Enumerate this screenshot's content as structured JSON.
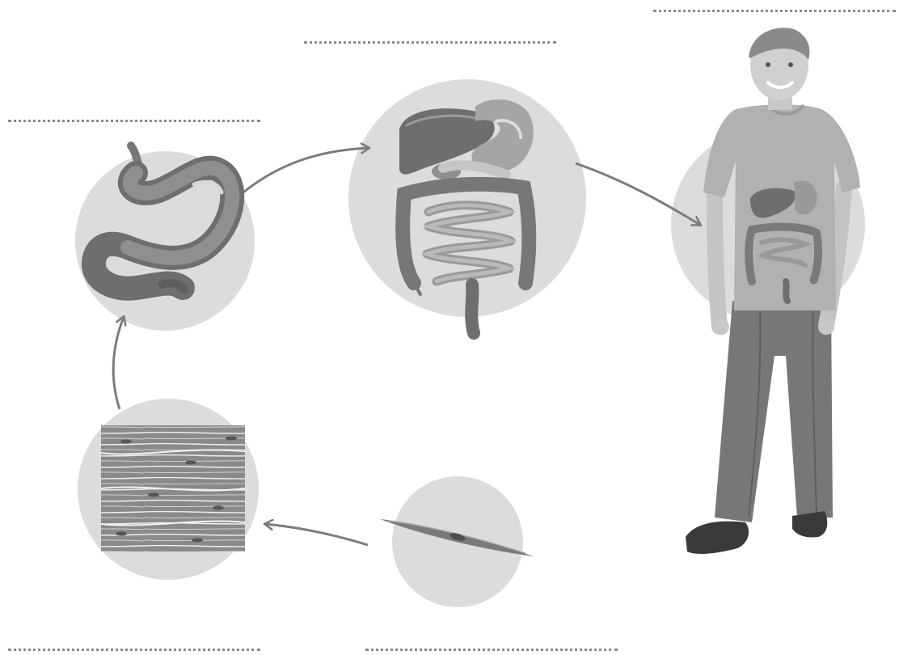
{
  "diagram": {
    "title": "",
    "levels": [
      {
        "id": "cell",
        "answer": "",
        "icon": "muscle-cell-icon"
      },
      {
        "id": "tissue",
        "answer": "",
        "icon": "muscle-tissue-icon"
      },
      {
        "id": "organ",
        "answer": "",
        "icon": "stomach-icon"
      },
      {
        "id": "organ-system",
        "answer": "",
        "icon": "digestive-system-icon"
      },
      {
        "id": "organism",
        "answer": "",
        "icon": "boy-organism-icon"
      }
    ],
    "flow": [
      "cell",
      "tissue",
      "organ",
      "organ-system",
      "organism"
    ]
  },
  "colors": {
    "circle": "#dcdcdc",
    "arrow": "#7c7c7c",
    "dots": "#8a8a8a",
    "organ_dark": "#6e6e6e",
    "organ_mid": "#8f8f8f",
    "organ_light": "#b4b4b4"
  }
}
